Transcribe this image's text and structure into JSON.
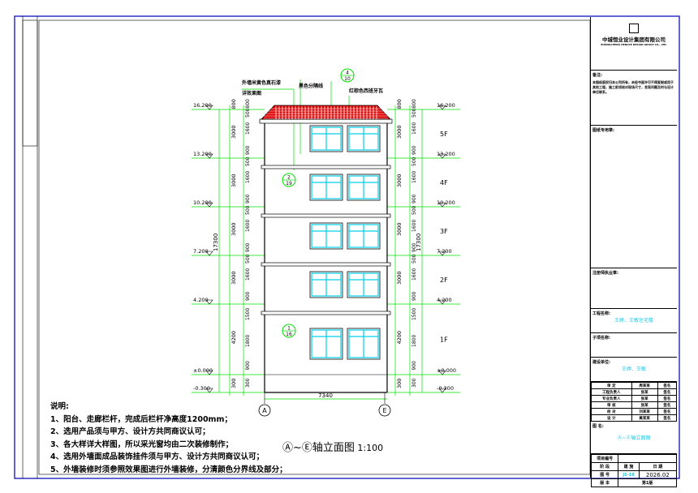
{
  "company": {
    "name": "中城恒业设计集团有限公司",
    "subtitle": "ZHONGCHENG HENGYE DESIGN GROUP CO., LTD."
  },
  "titleblock": {
    "remarks_label": "备注:",
    "remarks_text": "本图纸版权归本公司所有，未经书面许可不得复制或用于其他工程，施工前须核对现场尺寸，发现问题及时与设计单位联系。",
    "seal_label": "图纸专用章:",
    "reg_label": "注册师执业章:",
    "project_label": "工程名称:",
    "project_value": "王婷、王敏住宅楼",
    "subitem_label": "子项名称:",
    "client_label": "建设单位:",
    "client_value": "王婷、王敏",
    "roles": [
      [
        "审 定",
        "周某某",
        "签名"
      ],
      [
        "工程负责人",
        "张某",
        "签名"
      ],
      [
        "专业负责人",
        "张某",
        "签名"
      ],
      [
        "审 核",
        "张某",
        "签名"
      ],
      [
        "校 对",
        "刘某某",
        "签名"
      ],
      [
        "设 计",
        "黄某某",
        "签名"
      ]
    ],
    "drawing_label": "图 名:",
    "drawing_value": "Ⓐ~Ⓔ轴立面图",
    "projno_label": "项目编号",
    "stage_label": "阶 段",
    "stage_value": "建 施",
    "date_label": "日 期",
    "dwgno_label": "图 号",
    "dwgno_value": "JS-18",
    "date_value": "2026.02",
    "version_label": "版 本",
    "version_value": "第1版"
  },
  "notes": {
    "heading": "说明:",
    "items": [
      "1、阳台、走廊栏杆，完成后栏杆净高度1200mm；",
      "2、选用产品须与甲方、设计方共同商议认可；",
      "3、各大样详大样图，所以采光窗均由二次装修制作；",
      "4、选用外墙面成品装饰挂件须与甲方、设计方共同商议认可；",
      "5、外墙装修时须参照效果图进行外墙装修，分清颜色分界线及部分；"
    ]
  },
  "drawing": {
    "title": "Ⓐ~Ⓔ轴立面图",
    "scale": "1:100",
    "axes": [
      "A",
      "E"
    ],
    "total_width": "7340",
    "total_height": "17300",
    "annotations": [
      "外墙米黄色真石漆",
      "详效果图",
      "黑色分隔线",
      "红棕色西班牙瓦"
    ],
    "callouts": [
      [
        "4",
        "10"
      ],
      [
        "2",
        "19"
      ],
      [
        "1",
        "16"
      ]
    ],
    "levels": [
      "16.200",
      "13.200",
      "10.200",
      "7.200",
      "4.200",
      "±0.000",
      "-0.300"
    ],
    "floors": [
      "5F",
      "4F",
      "3F",
      "2F",
      "1F"
    ],
    "outer_dims": [
      "800",
      "3000",
      "3000",
      "3000",
      "3000",
      "4200",
      "300"
    ],
    "inner_dims": [
      "800",
      "500",
      "1600",
      "900",
      "500",
      "1600",
      "900",
      "500",
      "1600",
      "900",
      "500",
      "1600",
      "900",
      "1500",
      "1800",
      "900",
      "300"
    ],
    "colors": {
      "dim": "#00e000",
      "roof": "#e00000",
      "window": "#00d0e8",
      "wall": "#000000",
      "border": "#3030c0"
    }
  }
}
